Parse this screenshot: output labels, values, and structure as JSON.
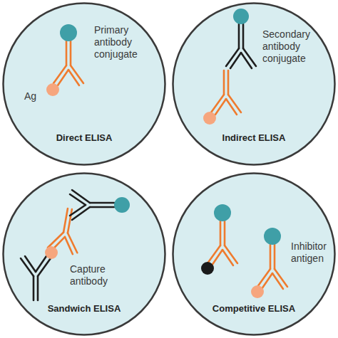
{
  "diagram": {
    "nodes": [
      {
        "text": [
          "Primary antibody conjugate",
          "Ag",
          "Direct ELISA"
        ]
      },
      {
        "text": [
          "Secondary antibody conjugate",
          "Indirect ELISA"
        ]
      },
      {
        "text": [
          "Capture antibody",
          "Sandwich ELISA"
        ]
      },
      {
        "text": [
          "Inhibitor antigen",
          "Competitive ELISA"
        ]
      }
    ]
  }
}
